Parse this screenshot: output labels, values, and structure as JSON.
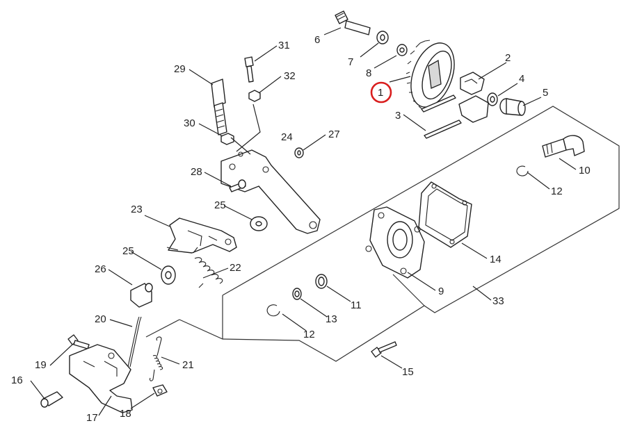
{
  "callouts": [
    {
      "id": "c1",
      "label": "1",
      "highlighted": true
    },
    {
      "id": "c2",
      "label": "2"
    },
    {
      "id": "c3",
      "label": "3"
    },
    {
      "id": "c4",
      "label": "4"
    },
    {
      "id": "c5",
      "label": "5"
    },
    {
      "id": "c6",
      "label": "6"
    },
    {
      "id": "c7",
      "label": "7"
    },
    {
      "id": "c8",
      "label": "8"
    },
    {
      "id": "c9",
      "label": "9"
    },
    {
      "id": "c10",
      "label": "10"
    },
    {
      "id": "c11",
      "label": "11"
    },
    {
      "id": "c12a",
      "label": "12"
    },
    {
      "id": "c12b",
      "label": "12"
    },
    {
      "id": "c13",
      "label": "13"
    },
    {
      "id": "c14",
      "label": "14"
    },
    {
      "id": "c15",
      "label": "15"
    },
    {
      "id": "c16",
      "label": "16"
    },
    {
      "id": "c17",
      "label": "17"
    },
    {
      "id": "c18",
      "label": "18"
    },
    {
      "id": "c19",
      "label": "19"
    },
    {
      "id": "c20",
      "label": "20"
    },
    {
      "id": "c21",
      "label": "21"
    },
    {
      "id": "c22",
      "label": "22"
    },
    {
      "id": "c23",
      "label": "23"
    },
    {
      "id": "c24",
      "label": "24"
    },
    {
      "id": "c25a",
      "label": "25"
    },
    {
      "id": "c25b",
      "label": "25"
    },
    {
      "id": "c26",
      "label": "26"
    },
    {
      "id": "c27",
      "label": "27"
    },
    {
      "id": "c28",
      "label": "28"
    },
    {
      "id": "c29",
      "label": "29"
    },
    {
      "id": "c30",
      "label": "30"
    },
    {
      "id": "c31",
      "label": "31"
    },
    {
      "id": "c32",
      "label": "32"
    },
    {
      "id": "c33",
      "label": "33"
    }
  ],
  "colors": {
    "highlight": "#d91e1e",
    "line": "#222222"
  }
}
